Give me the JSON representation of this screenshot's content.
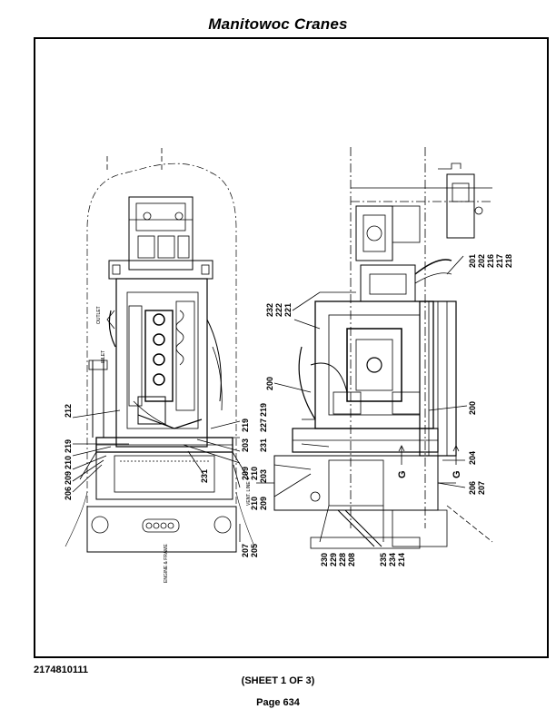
{
  "header": {
    "title": "Manitowoc Cranes"
  },
  "drawing": {
    "left_view_labels": {
      "outlet": "OUTLET",
      "inlet": "INLET",
      "vent_line": "VENT. LINE",
      "engine_frame": "ENGINE & FRAME"
    },
    "callouts": {
      "c212": "212",
      "c219a": "219",
      "c210a": "210",
      "c209a": "209",
      "c206a": "206",
      "c231a": "231",
      "c203a": "203",
      "c219b": "219",
      "c209b": "209",
      "c210b": "210",
      "c207a": "207",
      "c205": "205",
      "c232": "232",
      "c222": "222",
      "c221": "221",
      "c200a": "200",
      "c227": "227",
      "c219c": "219",
      "c231b": "231",
      "c203b": "203",
      "c210c": "210",
      "c209c": "209",
      "c230": "230",
      "c229": "229",
      "c228": "228",
      "c208": "208",
      "c235": "235",
      "c234": "234",
      "c214": "214",
      "c201": "201",
      "c202": "202",
      "c216": "216",
      "c217": "217",
      "c218": "218",
      "c200b": "200",
      "c204": "204",
      "c206b": "206",
      "c207b": "207",
      "g1": "G",
      "g2": "G"
    }
  },
  "footer": {
    "document_number": "2174810111",
    "sheet": "(SHEET 1 OF 3)",
    "page": "Page 634"
  }
}
